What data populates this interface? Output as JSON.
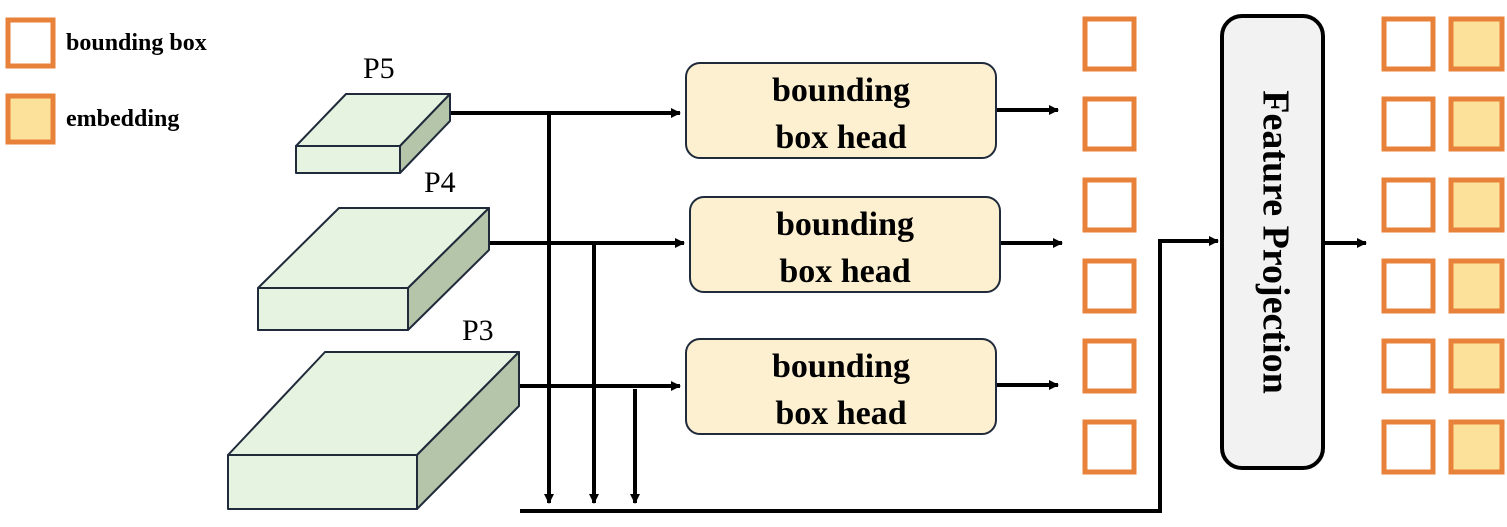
{
  "legend": {
    "items": [
      {
        "label": "bounding box",
        "swatch": "bounding-box"
      },
      {
        "label": "embedding",
        "swatch": "embedding"
      }
    ]
  },
  "feature_maps": [
    {
      "id": "p5",
      "label": "P5"
    },
    {
      "id": "p4",
      "label": "P4"
    },
    {
      "id": "p3",
      "label": "P3"
    }
  ],
  "heads": [
    {
      "line1": "bounding",
      "line2": "box head"
    },
    {
      "line1": "bounding",
      "line2": "box head"
    },
    {
      "line1": "bounding",
      "line2": "box head"
    }
  ],
  "projection": {
    "label": "Feature Projection"
  },
  "colors": {
    "box_outline": "#E8823A",
    "embedding_fill": "#FCE19B",
    "head_fill": "#FCF0D0",
    "feature_top": "#E6F3E0",
    "feature_front": "#E6F3E0",
    "feature_side": "#B4C5AA",
    "stroke": "#000000",
    "projection_fill": "#F2F2F2"
  }
}
